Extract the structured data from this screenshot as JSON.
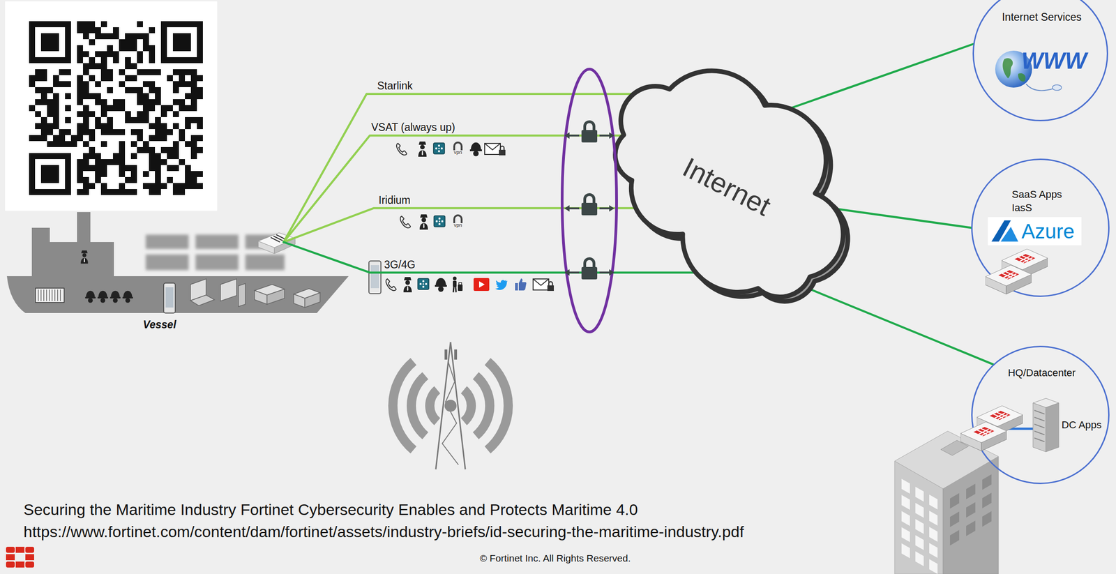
{
  "diagram": {
    "caption": "Securing the Maritime Industry Fortinet Cybersecurity Enables and Protects Maritime 4.0",
    "nodes": [
      {
        "text": [
          "Vessel"
        ]
      },
      {
        "text": [
          "Internet"
        ]
      },
      {
        "text": [
          "Internet Services"
        ]
      },
      {
        "text": [
          "SaaS Apps",
          "IasS",
          "Azure"
        ]
      },
      {
        "text": [
          "HQ/Datacenter",
          "DC Apps"
        ]
      }
    ],
    "edges": [
      {
        "from": 0,
        "to": 1,
        "arrow": "none",
        "label": "Starlink"
      },
      {
        "from": 0,
        "to": 1,
        "arrow": "none",
        "label": "VSAT (always up)"
      },
      {
        "from": 0,
        "to": 1,
        "arrow": "none",
        "label": "Iridium"
      },
      {
        "from": 0,
        "to": 1,
        "arrow": "none",
        "label": "3G/4G"
      },
      {
        "from": 1,
        "to": 2,
        "arrow": "none"
      },
      {
        "from": 1,
        "to": 3,
        "arrow": "none"
      },
      {
        "from": 1,
        "to": 4,
        "arrow": "none"
      }
    ],
    "labels": [
      "vpn",
      "vpn",
      "WWW",
      "https://www.fortinet.com/content/dam/fortinet/assets/industry-briefs/id-securing-the-maritime-industry.pdf",
      "© Fortinet Inc. All Rights Reserved."
    ]
  }
}
